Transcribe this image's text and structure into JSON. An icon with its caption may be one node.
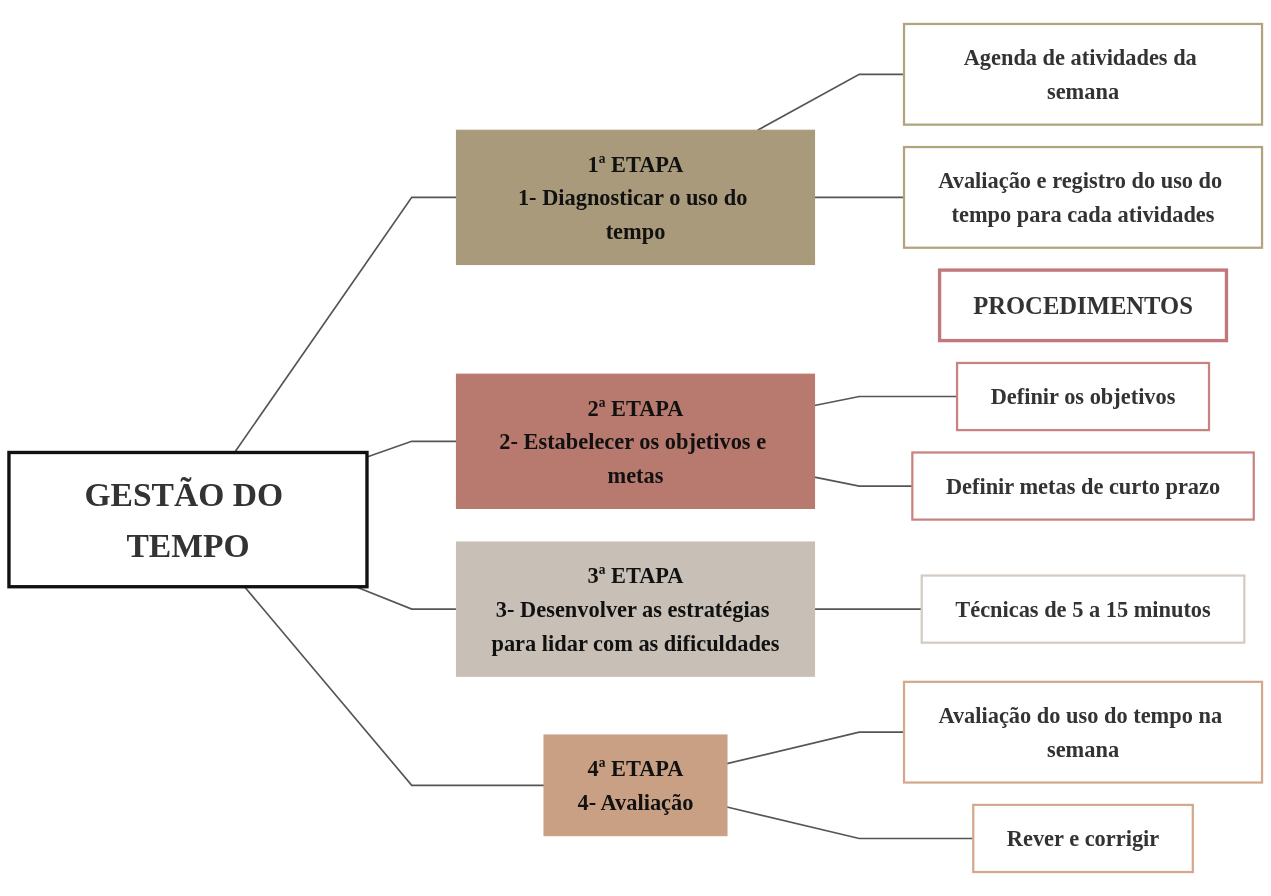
{
  "diagram": {
    "nodes": [
      {
        "text": [
          "GESTÃO DO TEMPO"
        ]
      },
      {
        "text": [
          "PROCEDIMENTOS"
        ]
      },
      {
        "text": [
          "1ª ETAPA",
          "1- Diagnosticar o uso do tempo"
        ]
      },
      {
        "text": [
          "Agenda de atividades da semana"
        ]
      },
      {
        "text": [
          "Avaliação e registro do uso do tempo para cada atividades"
        ]
      },
      {
        "text": [
          "2ª ETAPA",
          "2- Estabelecer os objetivos e metas"
        ]
      },
      {
        "text": [
          "Definir os objetivos"
        ]
      },
      {
        "text": [
          "Definir metas de curto prazo"
        ]
      },
      {
        "text": [
          "3ª ETAPA",
          "3- Desenvolver as estratégias para lidar com as dificuldades"
        ]
      },
      {
        "text": [
          "Técnicas de 5 a 15 minutos"
        ]
      },
      {
        "text": [
          "4ª ETAPA",
          "4- Avaliação"
        ]
      },
      {
        "text": [
          "Avaliação do uso do tempo na semana"
        ]
      },
      {
        "text": [
          "Rever e corrigir"
        ]
      }
    ],
    "edges": [
      {
        "from": 0,
        "to": 2,
        "arrow": "none"
      },
      {
        "from": 0,
        "to": 5,
        "arrow": "none"
      },
      {
        "from": 0,
        "to": 8,
        "arrow": "none"
      },
      {
        "from": 0,
        "to": 10,
        "arrow": "none"
      },
      {
        "from": 2,
        "to": 3,
        "arrow": "none"
      },
      {
        "from": 2,
        "to": 4,
        "arrow": "none"
      },
      {
        "from": 5,
        "to": 6,
        "arrow": "none"
      },
      {
        "from": 5,
        "to": 7,
        "arrow": "none"
      },
      {
        "from": 8,
        "to": 9,
        "arrow": "none"
      },
      {
        "from": 10,
        "to": 11,
        "arrow": "none"
      },
      {
        "from": 10,
        "to": 12,
        "arrow": "none"
      }
    ]
  }
}
